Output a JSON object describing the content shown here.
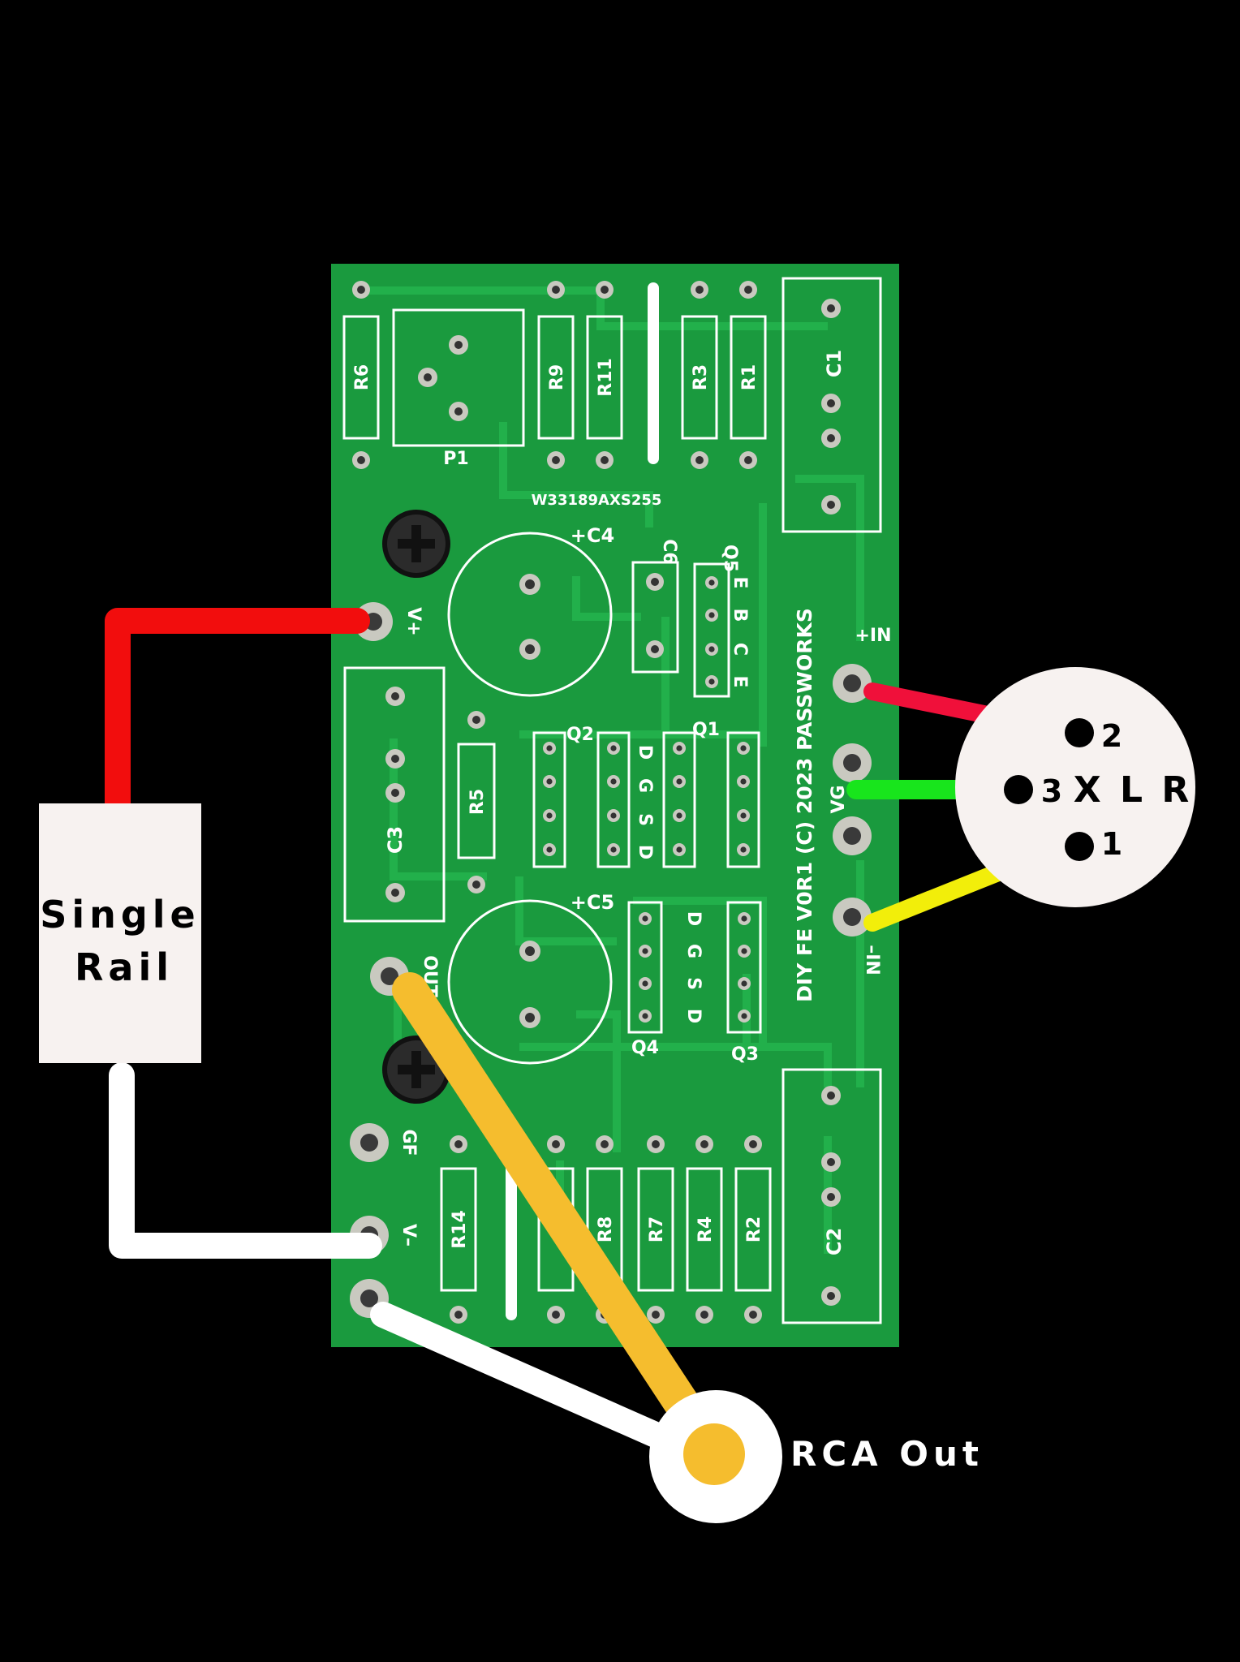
{
  "colors": {
    "background": "#000000",
    "pcb": "#1a9a3e",
    "trace": "#20ad48",
    "silkscreen": "#ffffff",
    "wire_positive": "#f20d0d",
    "wire_ground": "#ffffff",
    "wire_output": "#f5bd2e",
    "wire_pin3": "#18e51c",
    "wire_pin1": "#f2ee0a",
    "connector_fill": "#f7f2f0"
  },
  "power": {
    "label_line1": "Single",
    "label_line2": "Rail"
  },
  "output": {
    "label": "RCA Out"
  },
  "xlr": {
    "label": "X L R",
    "pin2": "2",
    "pin3": "3",
    "pin1": "1"
  },
  "board": {
    "serial": "W33189AXS255",
    "credit": "DIY FE V0R1 (C) 2023 PASSWORKS",
    "pads": {
      "vplus": "V+",
      "vminus": "V–",
      "out": "OUT",
      "gf": "GF",
      "in_plus": "+IN",
      "in_minus": "–IN",
      "vg": "VG"
    },
    "resistors_top": [
      "R6",
      "R9",
      "R11",
      "R3",
      "R1"
    ],
    "resistors_bottom": [
      "R14",
      "R8",
      "R7",
      "R4",
      "R2"
    ],
    "r5": "R5",
    "pot": "P1",
    "caps": {
      "c1": "C1",
      "c2": "C2",
      "c3": "C3",
      "c4": "+C4",
      "c5": "+C5",
      "c6": "C6"
    },
    "transistors": {
      "q1": "Q1",
      "q2": "Q2",
      "q3": "Q3",
      "q4": "Q4",
      "q5": "Q5"
    },
    "pin_labels": {
      "q5": [
        "E",
        "B",
        "C",
        "E"
      ],
      "q12": [
        "D",
        "G",
        "S",
        "D"
      ],
      "q34": [
        "D",
        "G",
        "S",
        "D"
      ]
    }
  }
}
